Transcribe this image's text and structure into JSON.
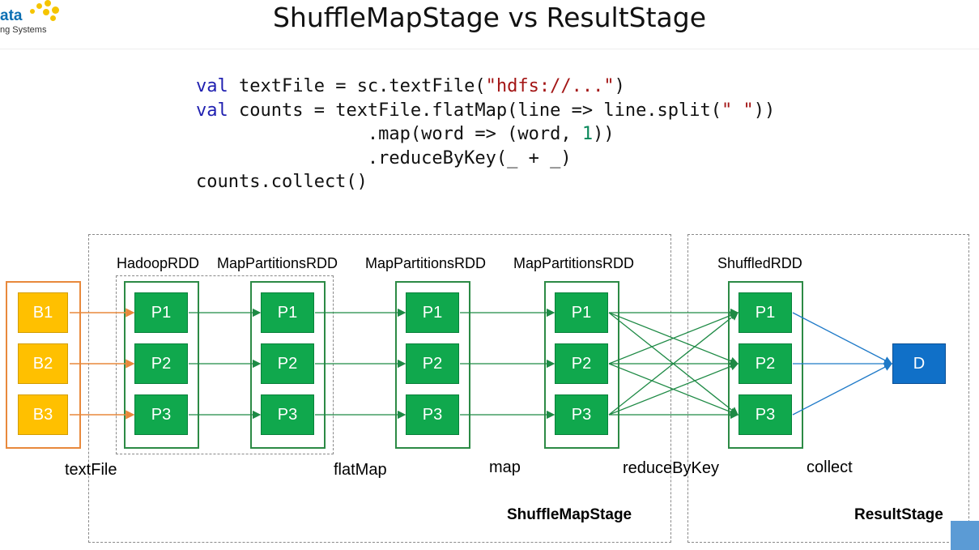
{
  "header": {
    "logo_text": "ata",
    "logo_subtext": "ng Systems",
    "title": "ShuffleMapStage vs ResultStage"
  },
  "code": {
    "line1": {
      "kw": "val",
      "rest": " textFile = sc.textFile(",
      "str": "\"hdfs://...\"",
      "end": ")"
    },
    "line2": {
      "kw": "val",
      "rest": " counts = textFile.flatMap(line => line.split(",
      "str": "\" \"",
      "end": "))"
    },
    "line3": {
      "pre": "                .map(word => (word, ",
      "num": "1",
      "end": "))"
    },
    "line4": {
      "text": "                .reduceByKey(_ + _)"
    },
    "line5": {
      "text": "counts.collect()"
    }
  },
  "diagram": {
    "rdd_labels": {
      "hadoop": "HadoopRDD",
      "mappartitions_1": "MapPartitionsRDD",
      "mappartitions_2": "MapPartitionsRDD",
      "mappartitions_3": "MapPartitionsRDD",
      "shuffled": "ShuffledRDD"
    },
    "blocks": [
      "B1",
      "B2",
      "B3"
    ],
    "partitions": [
      "P1",
      "P2",
      "P3"
    ],
    "result": "D",
    "operations": {
      "textFile": "textFile",
      "flatMap": "flatMap",
      "map": "map",
      "reduceByKey": "reduceByKey",
      "collect": "collect"
    },
    "stages": {
      "shuffle_map": "ShuffleMapStage",
      "result": "ResultStage"
    },
    "colors": {
      "block": "#ffc000",
      "partition": "#10a84d",
      "result": "#1070c8",
      "block_arrow": "#e8893c",
      "partition_arrow": "#1e8a45",
      "collect_arrow": "#1f7ac8"
    }
  }
}
